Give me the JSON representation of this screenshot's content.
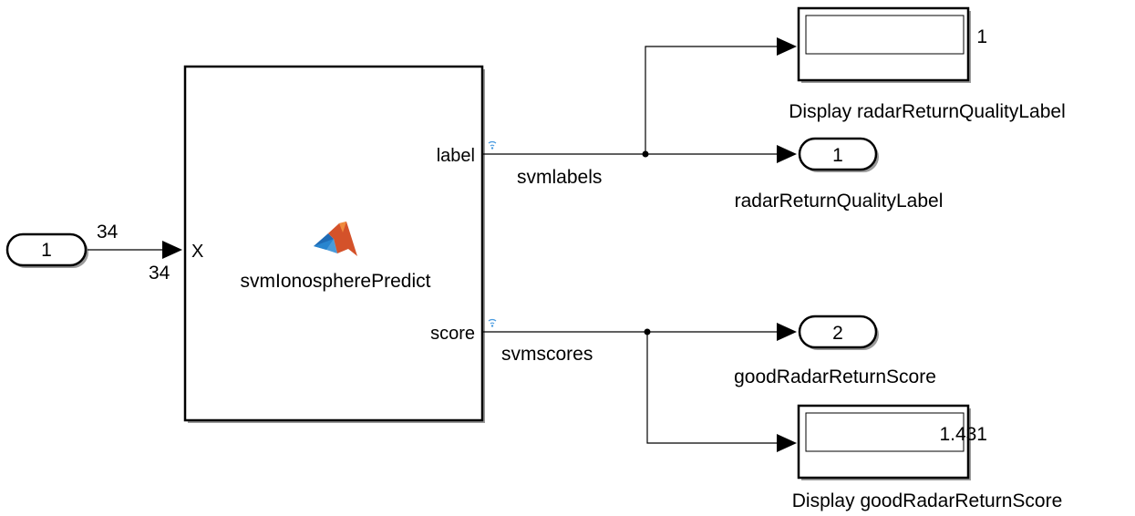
{
  "inport": {
    "number": "1",
    "width_in": "34",
    "width_out": "34"
  },
  "function_block": {
    "name": "svmIonospherePredict",
    "icon": "matlab-membrane-icon",
    "input_port": "X",
    "output_ports": [
      "label",
      "score"
    ],
    "signal_icon": "signal-logging-icon"
  },
  "signals": {
    "labels": "svmlabels",
    "scores": "svmscores"
  },
  "outports": [
    {
      "number": "1",
      "name": "radarReturnQualityLabel"
    },
    {
      "number": "2",
      "name": "goodRadarReturnScore"
    }
  ],
  "displays": [
    {
      "value": "1",
      "name": "Display radarReturnQualityLabel"
    },
    {
      "value": "1.431",
      "name": "Display goodRadarReturnScore"
    }
  ],
  "colors": {
    "matlab_orange": "#d4522a",
    "matlab_blue": "#1f6bb5",
    "signal_icon": "#4a9be0"
  }
}
